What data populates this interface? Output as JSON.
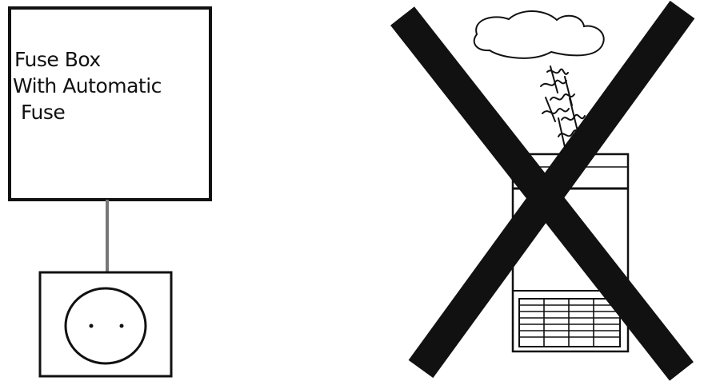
{
  "fuse_box": {
    "label_lines": [
      "Fuse Box",
      "With Automatic",
      "Fuse"
    ]
  },
  "icons": {
    "socket": "wall-socket-icon",
    "cloud": "rain-cloud-icon",
    "rain": "rain-streaks-icon",
    "appliance": "outdoor-appliance-icon",
    "prohibition": "prohibition-cross-icon"
  },
  "colors": {
    "ink": "#111111",
    "connector": "#777777",
    "background": "#ffffff"
  }
}
